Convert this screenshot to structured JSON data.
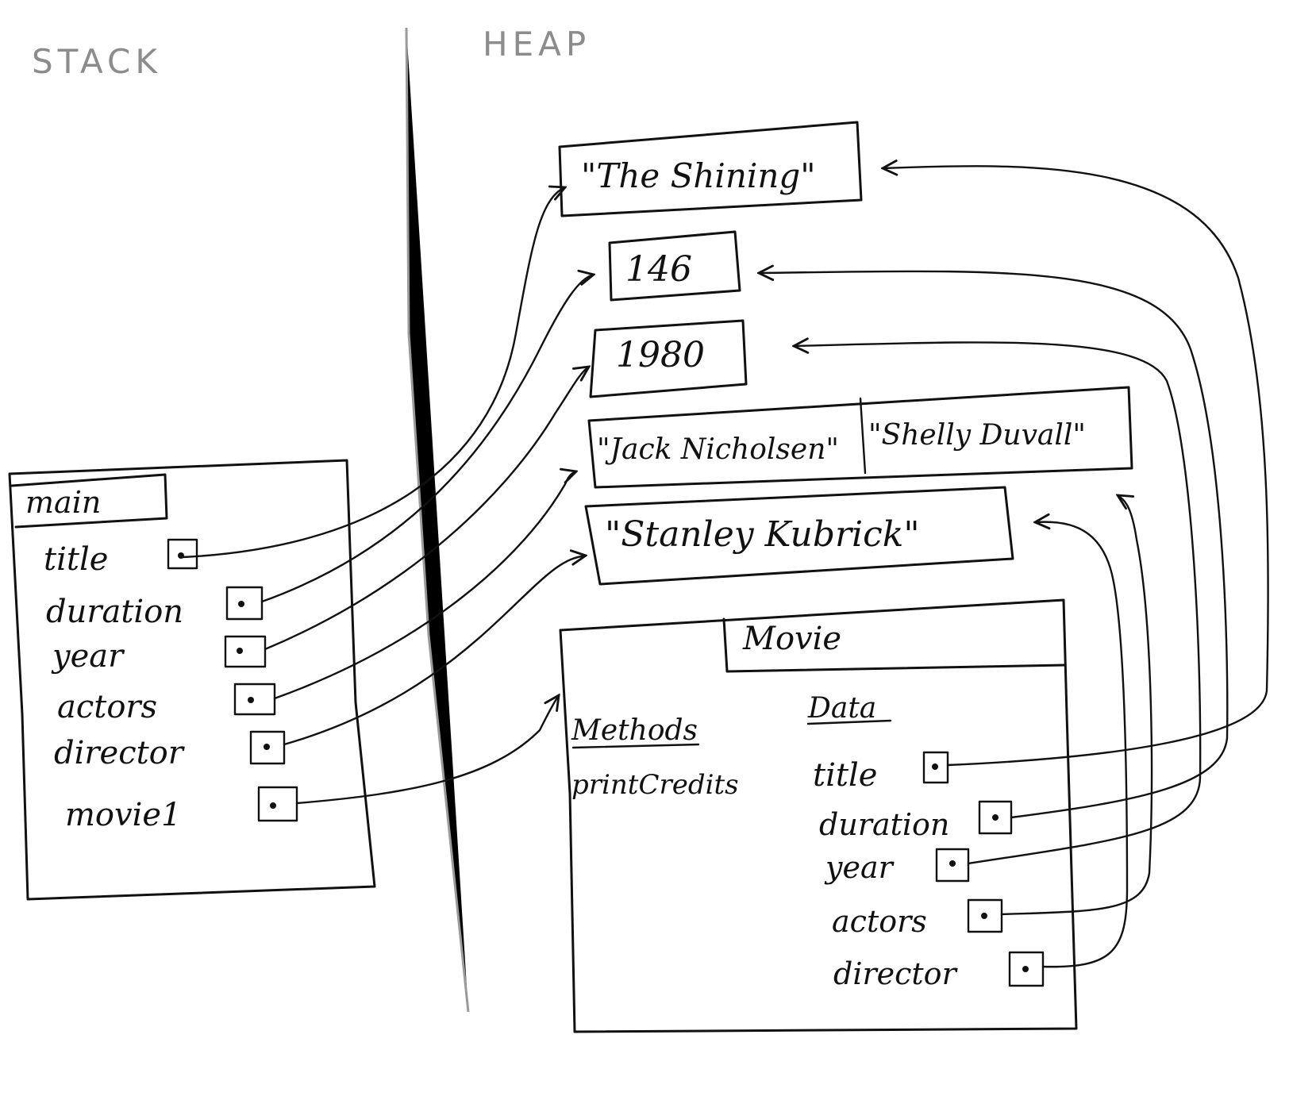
{
  "regions": {
    "stack_label": "STACK",
    "heap_label": "HEAP"
  },
  "stack_frame": {
    "name": "main",
    "variables": [
      "title",
      "duration",
      "year",
      "actors",
      "director",
      "movie1"
    ]
  },
  "heap_values": {
    "title": "\"The Shining\"",
    "duration": "146",
    "year": "1980",
    "actors": [
      "\"Jack Nicholsen\"",
      "\"Shelly Duvall\""
    ],
    "director": "\"Stanley Kubrick\""
  },
  "movie_object": {
    "class_name": "Movie",
    "methods_header": "Methods",
    "methods": [
      "printCredits"
    ],
    "data_header": "Data",
    "fields": [
      "title",
      "duration",
      "year",
      "actors",
      "director"
    ]
  }
}
